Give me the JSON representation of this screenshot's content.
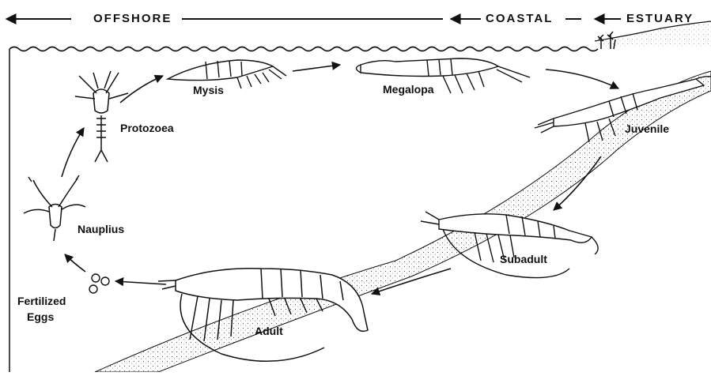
{
  "zones": {
    "offshore": "OFFSHORE",
    "coastal": "COASTAL",
    "estuary": "ESTUARY"
  },
  "stages": {
    "eggs_line1": "Fertilized",
    "eggs_line2": "Eggs",
    "nauplius": "Nauplius",
    "protozoea": "Protozoea",
    "mysis": "Mysis",
    "megalopa": "Megalopa",
    "juvenile": "Juvenile",
    "subadult": "Subadult",
    "adult": "Adult"
  },
  "colors": {
    "ink": "#111111",
    "background": "#ffffff"
  }
}
